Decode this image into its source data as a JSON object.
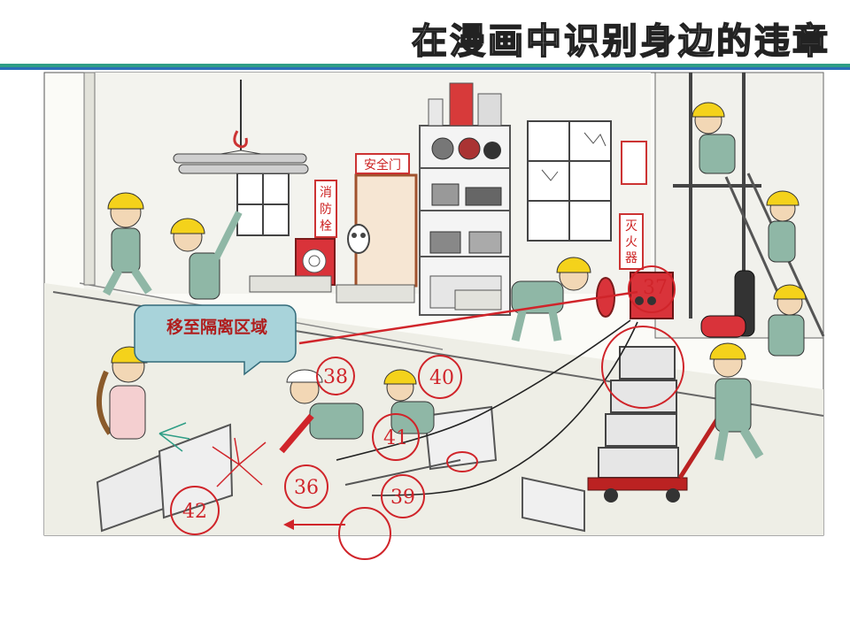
{
  "slide": {
    "title": "在漫画中识别身边的违章"
  },
  "scene": {
    "callout": "移至隔离区域",
    "signs": {
      "safety_door": "安全门",
      "hydrant_1": "消",
      "hydrant_2": "防",
      "hydrant_3": "栓",
      "extinguisher_1": "灭",
      "extinguisher_2": "火",
      "extinguisher_3": "器"
    },
    "markers": [
      {
        "label": "38"
      },
      {
        "label": "40"
      },
      {
        "label": "41"
      },
      {
        "label": "36"
      },
      {
        "label": "39"
      },
      {
        "label": "42"
      },
      {
        "label": "37"
      }
    ]
  },
  "colors": {
    "accent_red": "#d0242a",
    "hard_hat": "#f4d21b",
    "worker_suit": "#8fb7a6",
    "callout_fill": "#a8d3da",
    "rule_green": "#2f9e86",
    "rule_blue": "#2a6fb8"
  }
}
